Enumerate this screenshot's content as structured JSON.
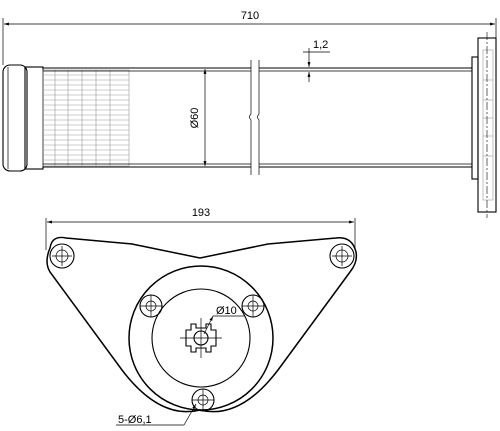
{
  "dimensions": {
    "overall_length": "710",
    "wall_thickness": "1,2",
    "tube_diameter": "Ø60",
    "flange_width": "193",
    "center_hole": "Ø10",
    "bolt_holes": "5-Ø6,1"
  }
}
